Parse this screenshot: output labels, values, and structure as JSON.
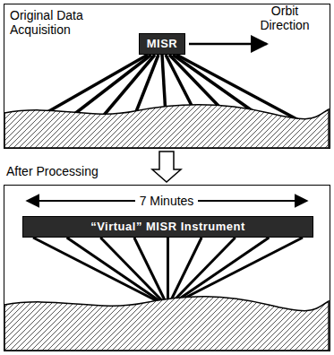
{
  "diagram": {
    "nodes": [
      {
        "text": [
          "Original Data Acquisition"
        ]
      },
      {
        "text": [
          "MISR"
        ],
        "in": 0
      },
      {
        "text": [
          "After Processing"
        ]
      },
      {
        "text": [
          "“Virtual” MISR Instrument"
        ],
        "in": 2
      }
    ],
    "edges": [
      {
        "from": 0,
        "to": 2,
        "arrow": "to"
      }
    ],
    "labels": [
      "Orbit Direction",
      "7 Minutes"
    ]
  }
}
